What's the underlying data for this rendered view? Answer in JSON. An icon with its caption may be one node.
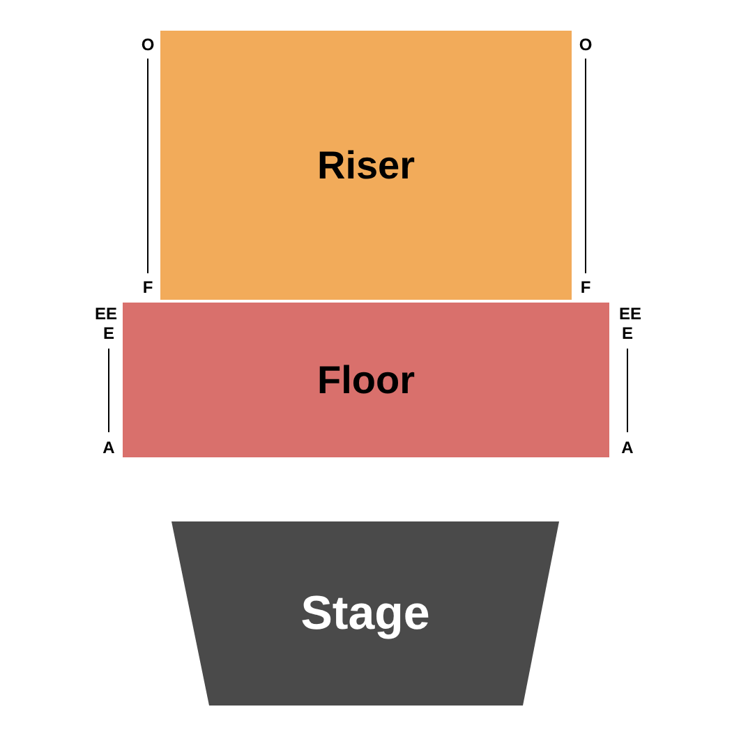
{
  "diagram": {
    "nodes": [
      {
        "text": [
          "Riser"
        ]
      },
      {
        "text": [
          "Floor"
        ]
      },
      {
        "text": [
          "Stage"
        ]
      }
    ],
    "labels": [
      "O",
      "O",
      "F",
      "F",
      "EE",
      "EE",
      "E",
      "E",
      "A",
      "A"
    ]
  }
}
